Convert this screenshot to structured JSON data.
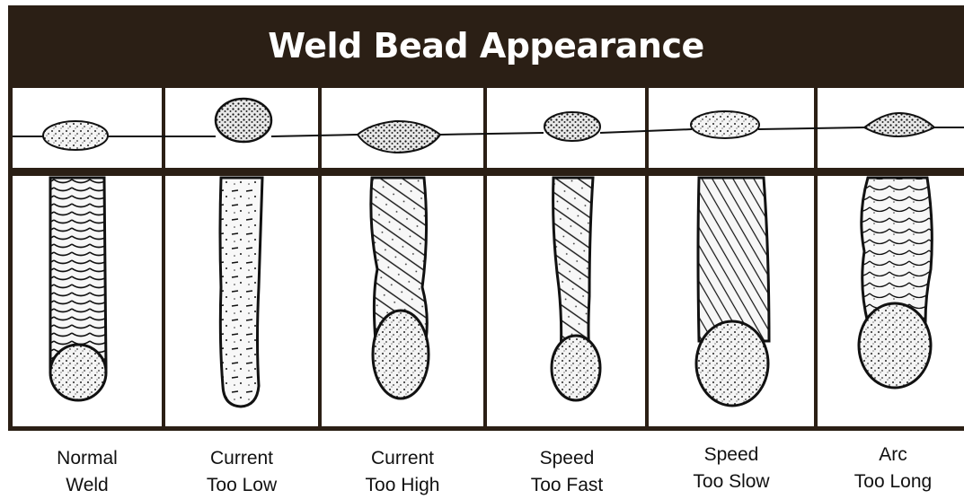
{
  "title": "Weld Bead Appearance",
  "colors": {
    "header": "#2b1f15",
    "panel": "#ffffff",
    "ink": "#111111"
  },
  "columns": [
    {
      "id": "normal-weld",
      "line1": "Normal",
      "line2": "Weld"
    },
    {
      "id": "current-too-low",
      "line1": "Current",
      "line2": "Too Low"
    },
    {
      "id": "current-too-high",
      "line1": "Current",
      "line2": "Too High"
    },
    {
      "id": "speed-too-fast",
      "line1": "Speed",
      "line2": "Too Fast"
    },
    {
      "id": "speed-too-slow",
      "line1": "Speed",
      "line2": "Too Slow"
    },
    {
      "id": "arc-too-long",
      "line1": "Arc",
      "line2": "Too Long"
    }
  ]
}
